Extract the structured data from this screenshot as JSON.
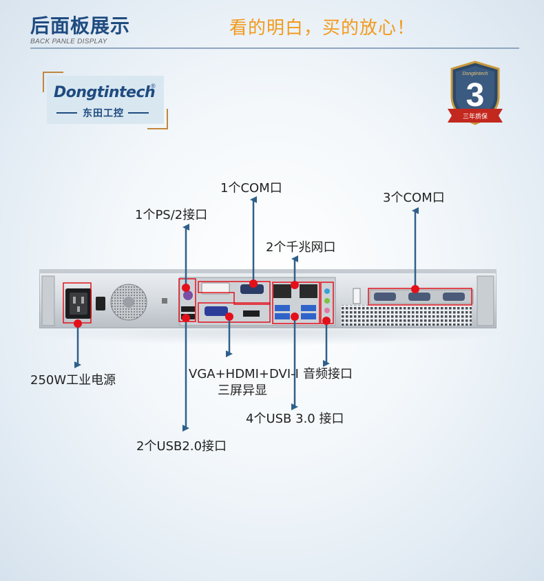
{
  "header": {
    "title": "后面板展示",
    "subtitle": "BACK PANLE DISPLAY",
    "slogan": "看的明白，买的放心！"
  },
  "logo": {
    "brand_name": "Dongtintech",
    "brand_cn": "东田工控",
    "registered_mark": "®"
  },
  "badge": {
    "brand": "Dongtintech",
    "number": "3",
    "text": "三年质保",
    "icon": "warranty-shield-icon"
  },
  "labels": {
    "com1": "1个COM口",
    "ps2": "1个PS/2接口",
    "lan": "2个千兆网口",
    "com3": "3个COM口",
    "power": "250W工业电源",
    "video_line1": "VGA+HDMI+DVI-I",
    "video_line2": "三屏异显",
    "audio": "音频接口",
    "usb3": "4个USB 3.0 接口",
    "usb2": "2个USB2.0接口"
  },
  "colors": {
    "accent_blue": "#1e4b80",
    "slogan_orange": "#f29a1c",
    "marker_red": "#e3101a",
    "arrow_blue": "#2f5f8a"
  }
}
